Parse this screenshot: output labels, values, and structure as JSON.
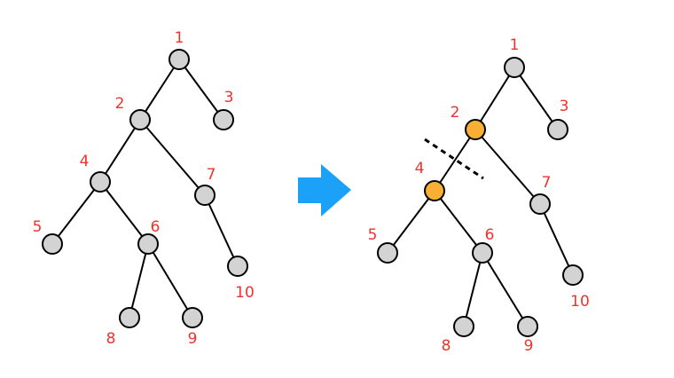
{
  "colors": {
    "node": "#d3d3d3",
    "highlight": "#f9ae34",
    "arrow": "#1ba1f7",
    "label": "#f0322d",
    "edge": "#000000"
  },
  "before_tree": {
    "nodes": [
      {
        "id": "1",
        "label": "1"
      },
      {
        "id": "2",
        "label": "2"
      },
      {
        "id": "3",
        "label": "3"
      },
      {
        "id": "4",
        "label": "4"
      },
      {
        "id": "5",
        "label": "5"
      },
      {
        "id": "6",
        "label": "6"
      },
      {
        "id": "7",
        "label": "7"
      },
      {
        "id": "8",
        "label": "8"
      },
      {
        "id": "9",
        "label": "9"
      },
      {
        "id": "10",
        "label": "10"
      }
    ],
    "edges": [
      [
        "1",
        "2"
      ],
      [
        "1",
        "3"
      ],
      [
        "2",
        "4"
      ],
      [
        "2",
        "7"
      ],
      [
        "4",
        "5"
      ],
      [
        "4",
        "6"
      ],
      [
        "6",
        "8"
      ],
      [
        "6",
        "9"
      ],
      [
        "7",
        "10"
      ]
    ]
  },
  "after_tree": {
    "nodes": [
      {
        "id": "1",
        "label": "1"
      },
      {
        "id": "2",
        "label": "2",
        "highlighted": true
      },
      {
        "id": "3",
        "label": "3"
      },
      {
        "id": "4",
        "label": "4",
        "highlighted": true
      },
      {
        "id": "5",
        "label": "5"
      },
      {
        "id": "6",
        "label": "6"
      },
      {
        "id": "7",
        "label": "7"
      },
      {
        "id": "8",
        "label": "8"
      },
      {
        "id": "9",
        "label": "9"
      },
      {
        "id": "10",
        "label": "10"
      }
    ],
    "edges": [
      [
        "1",
        "2"
      ],
      [
        "1",
        "3"
      ],
      [
        "2",
        "4"
      ],
      [
        "2",
        "7"
      ],
      [
        "4",
        "5"
      ],
      [
        "4",
        "6"
      ],
      [
        "6",
        "8"
      ],
      [
        "6",
        "9"
      ],
      [
        "7",
        "10"
      ]
    ],
    "cut_edge": [
      "2",
      "4"
    ]
  }
}
